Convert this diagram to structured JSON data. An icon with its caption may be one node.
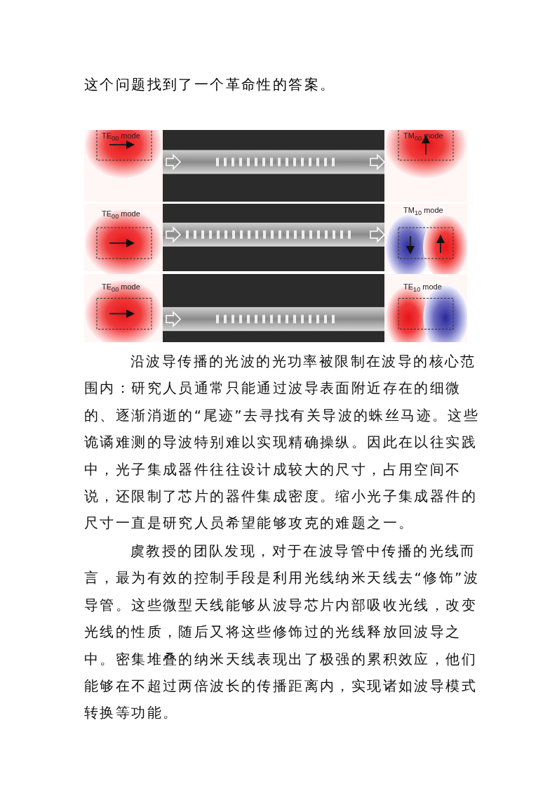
{
  "diagram": {
    "labels": [
      "这个问题找到了一个革命性的答案。",
      "TE$_{00}$ mode",
      "TM$_{00}$ mode",
      "TE$_{00}$ mode",
      "TM$_{10}$ mode",
      "TE$_{00}$ mode",
      "TE$_{10}$ mode",
      "沿波导传播的光波的光功率被限制在波导的核心范围内：研究人员通常只能通过波导表面附近存在的细微的、逐渐消逝的“尾迹”去寻找有关导波的蛛丝马迹。这些诡谲难测的导波特别难以实现精确操纵。因此在以往实践中，光子集成器件往往设计成较大的尺寸，占用空间不说，还限制了芯片的器件集成密度。缩小光子集成器件的尺寸一直是研究人员希望能够攻克的难题之一。",
      "虞教授的团队发现，对于在波导管中传播的光线而言，最为有效的控制手段是利用光线纳米天线去“修饰”波导管。这些微型天线能够从波导芯片内部吸收光线，改变光线的性质，随后又将这些修饰过的光线释放回波导之中。密集堆叠的纳米天线表现出了极强的累积效应，他们能够在不超过两倍波长的传播距离内，实现诸如波导模式转换等功能。"
    ]
  }
}
